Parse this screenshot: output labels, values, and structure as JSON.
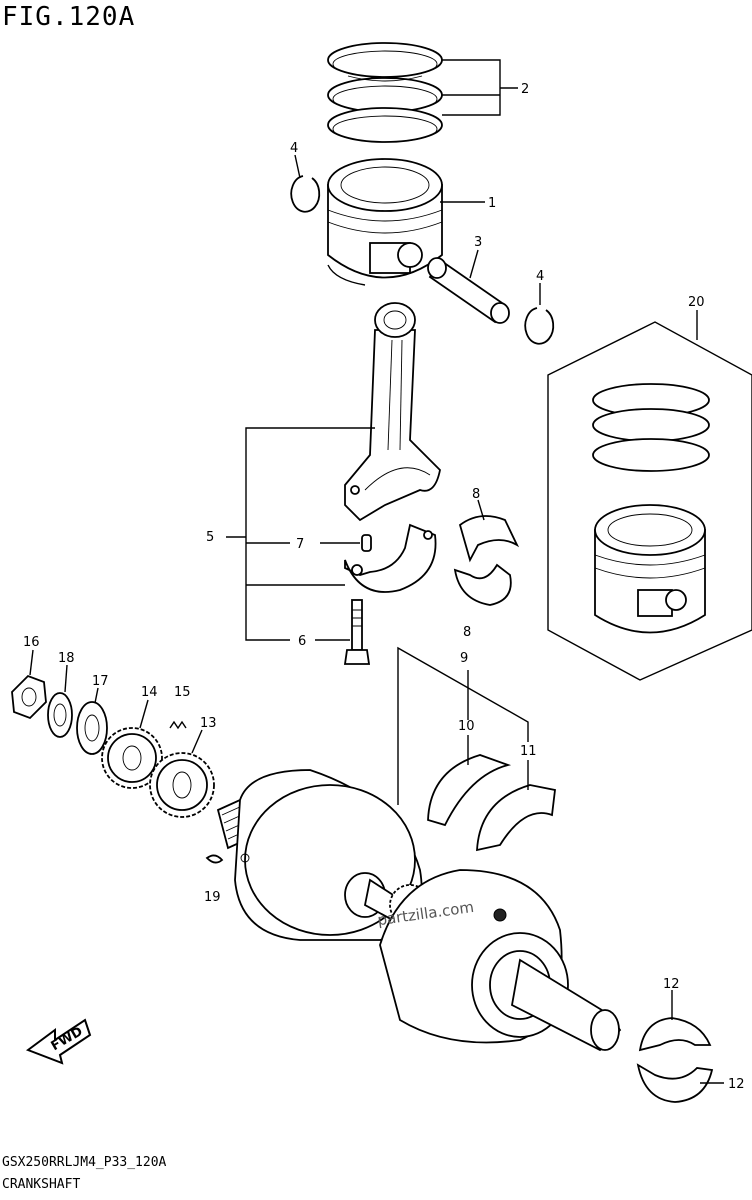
{
  "figure": {
    "title": "FIG.120A",
    "code": "GSX250RRLJM4_P33_120A",
    "name": "CRANKSHAFT",
    "watermark": "partzilla.com",
    "fwd_label": "FWD"
  },
  "callouts": {
    "c1": "1",
    "c2": "2",
    "c3": "3",
    "c4a": "4",
    "c4b": "4",
    "c5": "5",
    "c6": "6",
    "c7": "7",
    "c8a": "8",
    "c8b": "8",
    "c9": "9",
    "c10": "10",
    "c11": "11",
    "c12a": "12",
    "c12b": "12",
    "c13": "13",
    "c14": "14",
    "c15": "15",
    "c16": "16",
    "c17": "17",
    "c18": "18",
    "c19": "19",
    "c20": "20"
  }
}
